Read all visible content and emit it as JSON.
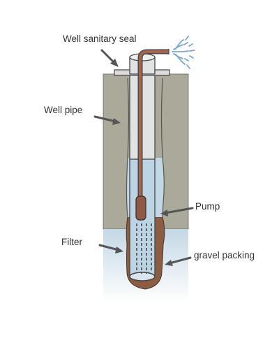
{
  "labels": {
    "seal": "Well sanitary seal",
    "pipe": "Well pipe",
    "pump": "Pump",
    "filter": "Filter",
    "gravel": "gravel packing"
  },
  "colors": {
    "ground": "#aaa99a",
    "water": "#c3d8e5",
    "gravel": "#8c5d42",
    "pipe": "#e1e3e3",
    "pipe_water": "#bcd4e3",
    "pump_pipe": "#a4644e",
    "outline": "#454545",
    "arrow": "#555555",
    "spray": "#7aa7d1"
  },
  "icons": [
    "water-spray-icon"
  ]
}
